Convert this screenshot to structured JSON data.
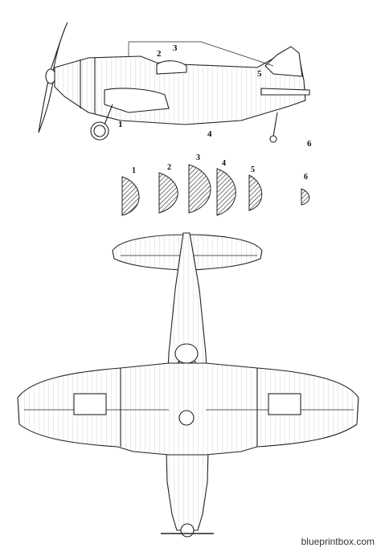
{
  "side_view": {
    "callouts": [
      "1",
      "2",
      "3",
      "4",
      "5",
      "6"
    ]
  },
  "sections": {
    "labels": [
      "1",
      "2",
      "3",
      "4",
      "5",
      "6"
    ]
  },
  "watermark": "blueprintbox.com"
}
